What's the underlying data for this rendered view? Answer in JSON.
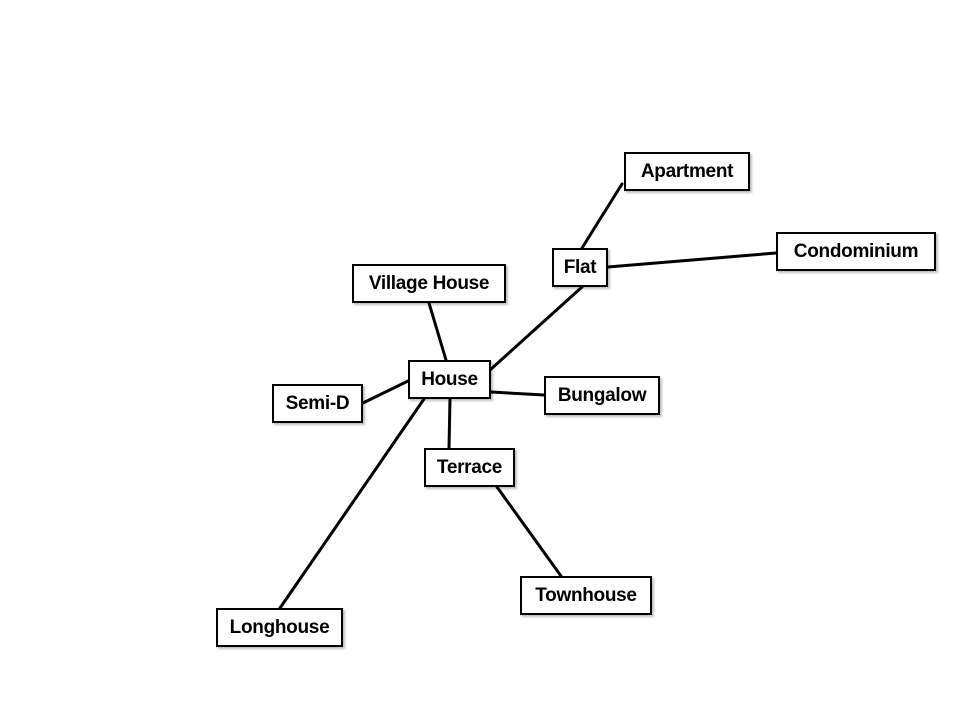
{
  "diagram": {
    "nodes": {
      "apartment": "Apartment",
      "condominium": "Condominium",
      "flat": "Flat",
      "village_house": "Village House",
      "house": "House",
      "semi_d": "Semi-D",
      "bungalow": "Bungalow",
      "terrace": "Terrace",
      "townhouse": "Townhouse",
      "longhouse": "Longhouse"
    },
    "edges": [
      [
        "house",
        "flat"
      ],
      [
        "flat",
        "apartment"
      ],
      [
        "flat",
        "condominium"
      ],
      [
        "house",
        "village_house"
      ],
      [
        "house",
        "semi_d"
      ],
      [
        "house",
        "bungalow"
      ],
      [
        "house",
        "terrace"
      ],
      [
        "terrace",
        "townhouse"
      ],
      [
        "house",
        "longhouse"
      ]
    ]
  }
}
